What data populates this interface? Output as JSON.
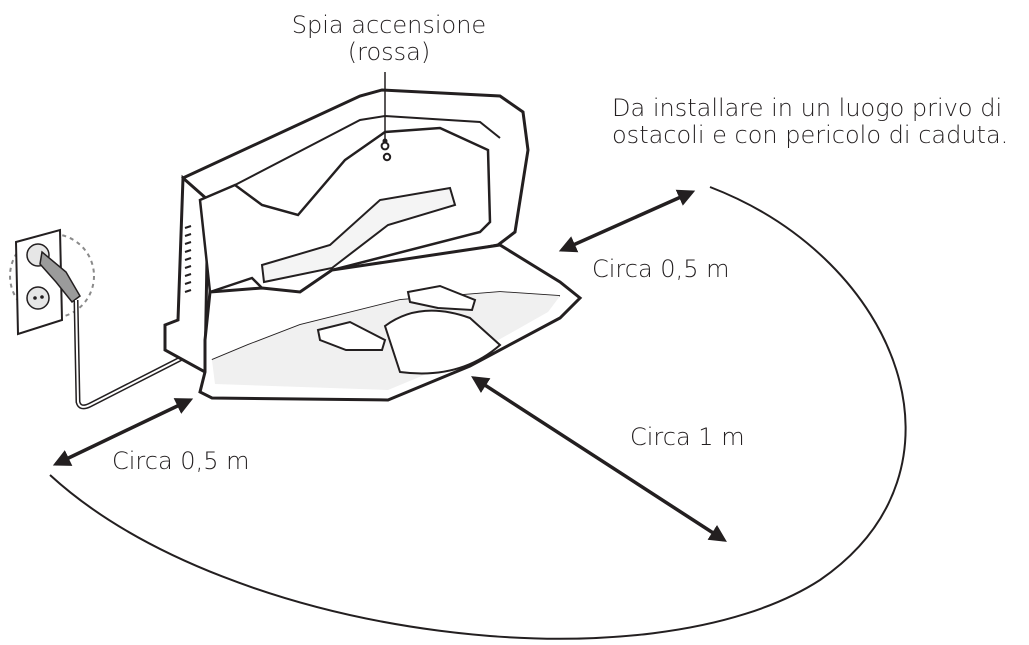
{
  "labels": {
    "power_led": [
      "Spia accensione",
      "(rossa)"
    ],
    "install_note": [
      "Da installare in un luogo privo di",
      "ostacoli e con pericolo di caduta."
    ],
    "distance_side_right": "Circa 0,5 m",
    "distance_side_left": "Circa 0,5 m",
    "distance_front": "Circa 1 m"
  },
  "colors": {
    "line": "#231f20",
    "fill": "#ffffff",
    "shade": "#e6e6e6",
    "dashed": "#8a8a8a"
  }
}
